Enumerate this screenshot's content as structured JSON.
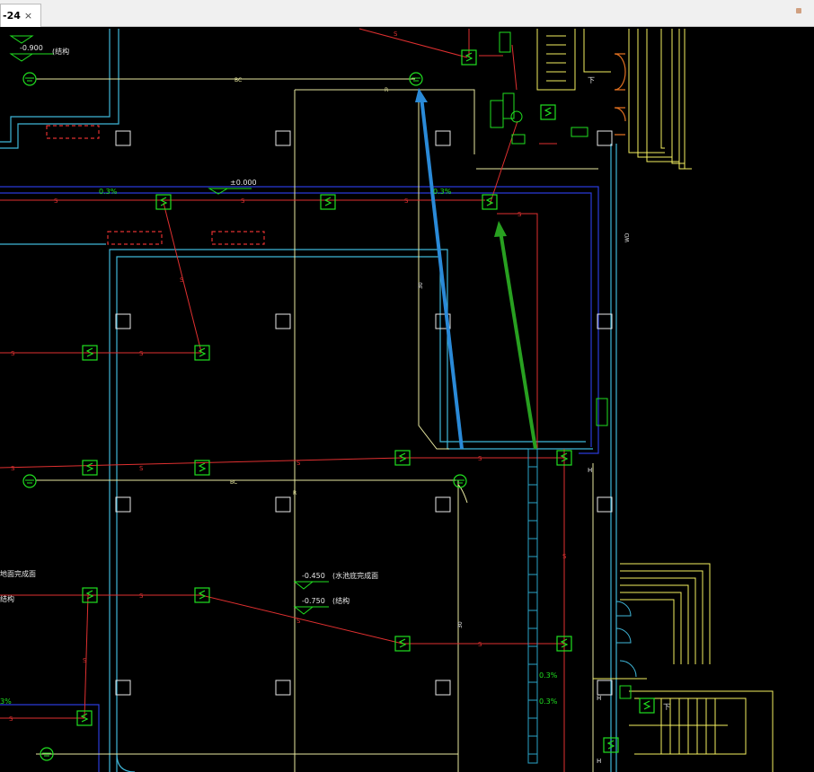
{
  "tab": {
    "label": "-24",
    "close": "×"
  },
  "labels": {
    "elev_struct_top": "-0.900",
    "struct_top": "(结构",
    "elev_zero": "±0.000",
    "slope_1": "0.3%",
    "slope_2": "0.3%",
    "slope_3": "0.3%",
    "slope_4": "0.3%",
    "slope_5": "0.3%",
    "bc_top": "BC",
    "bc_mid": "BC",
    "r_top": "R",
    "r_mid": "R",
    "wd": "WD",
    "thirty_a": "30",
    "thirty_b": "30",
    "down_top": "下",
    "down_bottom": "下",
    "elev_pool": "-0.450",
    "pool_finish": "(水池底完成面",
    "elev_pool_struct": "-0.750",
    "pool_struct": "(结构",
    "floor_finish": "地面完成面",
    "left_struct": "结构",
    "left_slope": "3%",
    "s": "S",
    "h": "H"
  }
}
